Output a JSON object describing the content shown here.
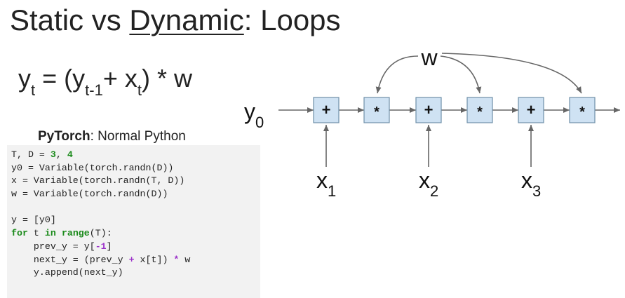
{
  "slide": {
    "title_prefix": "Static vs ",
    "title_underlined": "Dynamic",
    "title_suffix": ": Loops"
  },
  "equation": {
    "y": "y",
    "y_sub": "t",
    "mid1": " = (y",
    "prev_sub": "t-1",
    "plus_x": "+ x",
    "x_sub": "t",
    "tail": ") * w"
  },
  "code_block": {
    "caption_bold": "PyTorch",
    "caption_rest": ": Normal Python",
    "lines": [
      [
        {
          "t": "T, D = ",
          "c": ""
        },
        {
          "t": "3",
          "c": "num"
        },
        {
          "t": ", ",
          "c": ""
        },
        {
          "t": "4",
          "c": "num"
        }
      ],
      [
        {
          "t": "y0 = Variable(torch.randn(D))",
          "c": ""
        }
      ],
      [
        {
          "t": "x = Variable(torch.randn(T, D))",
          "c": ""
        }
      ],
      [
        {
          "t": "w = Variable(torch.randn(D))",
          "c": ""
        }
      ],
      [
        {
          "t": "",
          "c": ""
        }
      ],
      [
        {
          "t": "y = [y0]",
          "c": ""
        }
      ],
      [
        {
          "t": "for",
          "c": "kw"
        },
        {
          "t": " t ",
          "c": ""
        },
        {
          "t": "in",
          "c": "kw"
        },
        {
          "t": " ",
          "c": ""
        },
        {
          "t": "range",
          "c": "kw"
        },
        {
          "t": "(T):",
          "c": ""
        }
      ],
      [
        {
          "t": "    prev_y = y[",
          "c": ""
        },
        {
          "t": "-1",
          "c": "op"
        },
        {
          "t": "]",
          "c": ""
        }
      ],
      [
        {
          "t": "    next_y = (prev_y ",
          "c": ""
        },
        {
          "t": "+",
          "c": "op"
        },
        {
          "t": " x[t]) ",
          "c": ""
        },
        {
          "t": "*",
          "c": "op"
        },
        {
          "t": " w",
          "c": ""
        }
      ],
      [
        {
          "t": "    y.append(next_y)",
          "c": ""
        }
      ]
    ]
  },
  "diagram": {
    "weight": "w",
    "initial": "y",
    "initial_sub": "0",
    "nodes": [
      "+",
      "*",
      "+",
      "*",
      "+",
      "*"
    ],
    "inputs": [
      {
        "base": "x",
        "sub": "1"
      },
      {
        "base": "x",
        "sub": "2"
      },
      {
        "base": "x",
        "sub": "3"
      }
    ]
  },
  "colors": {
    "node_fill": "#cfe2f3",
    "node_stroke": "#6f8fa8",
    "arrow": "#666666",
    "keyword": "#1a8a1a",
    "operator": "#9b30c9",
    "code_bg": "#f2f2f2"
  }
}
